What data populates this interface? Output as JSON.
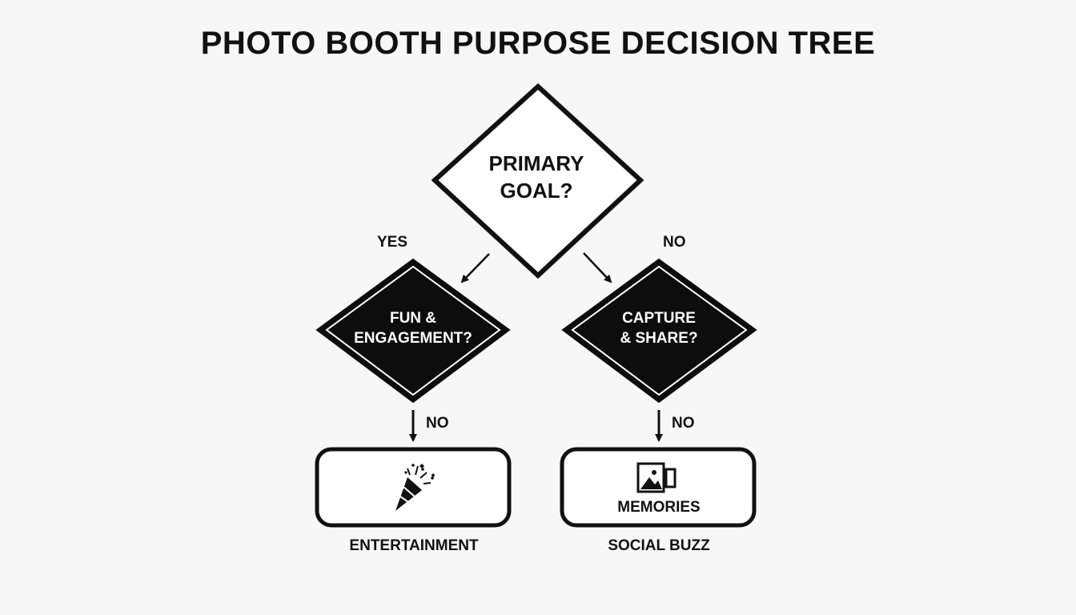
{
  "title": "PHOTO BOOTH PURPOSE DECISION TREE",
  "root": {
    "question_line1": "PRIMARY",
    "question_line2": "GOAL?"
  },
  "edges": {
    "left": "YES",
    "right": "NO",
    "left_down": "NO",
    "right_down": "NO"
  },
  "left_node": {
    "question_line1": "FUN &",
    "question_line2": "ENGAGEMENT?"
  },
  "right_node": {
    "question_line1": "CAPTURE",
    "question_line2": "& SHARE?"
  },
  "left_outcome": {
    "icon": "party-popper-icon",
    "caption": "ENTERTAINMENT"
  },
  "right_outcome": {
    "icon": "photo-icon",
    "inner_label": "MEMORIES",
    "caption": "SOCIAL BUZZ"
  },
  "colors": {
    "ink": "#111111",
    "background": "#f7f7f7",
    "fill_dark": "#0d0d0d",
    "text_light": "#ffffff"
  }
}
